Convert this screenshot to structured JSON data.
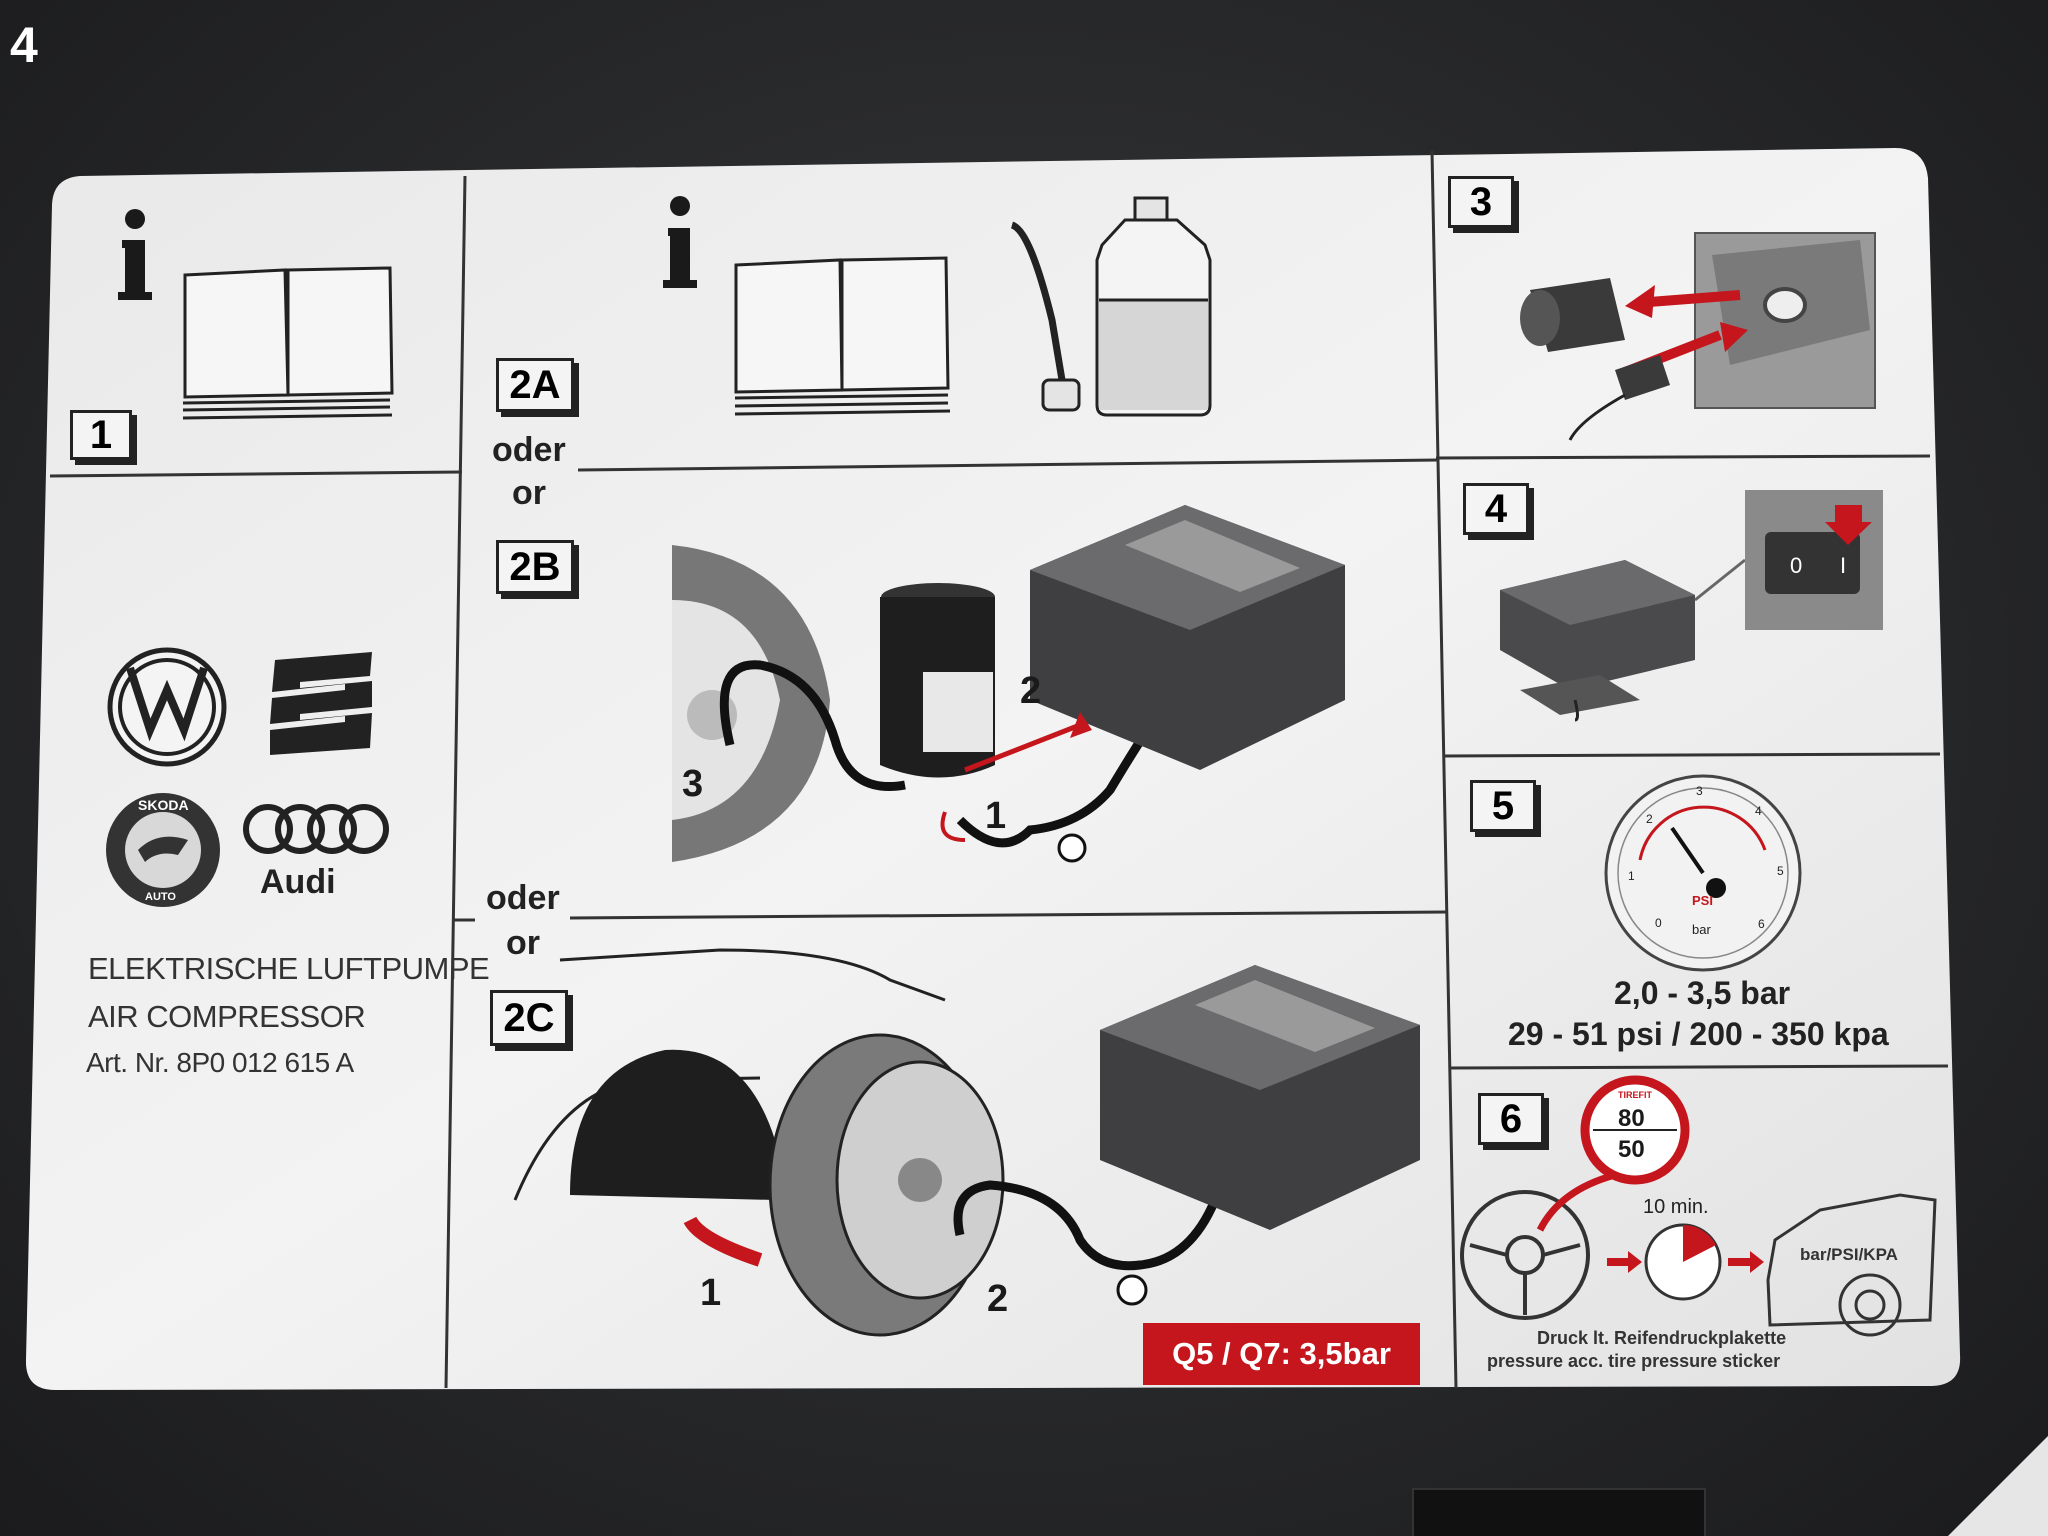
{
  "photo_label": "4",
  "panels": {
    "p1": {
      "number": "1"
    },
    "p2": {
      "number_a": "2A",
      "number_b": "2B",
      "number_c": "2C",
      "or_de": "oder",
      "or_en": "or",
      "steps_b": [
        "1",
        "2",
        "3"
      ],
      "steps_c": [
        "1",
        "2"
      ]
    },
    "p3": {
      "number": "3"
    },
    "p4": {
      "number": "4"
    },
    "p5": {
      "number": "5",
      "range_bar": "2,0 - 3,5 bar",
      "range_psi_kpa": "29 - 51 psi / 200 - 350 kpa",
      "gauge_unit_psi": "PSI",
      "gauge_unit_bar": "bar"
    },
    "p6": {
      "number": "6",
      "speed_brand": "TIREFIT",
      "speed_max": "80",
      "speed_min": "50",
      "timer": "10 min.",
      "unit_label": "bar/PSI/KPA",
      "caption_de": "Druck lt. Reifendruckplakette",
      "caption_en": "pressure acc. tire pressure sticker"
    }
  },
  "product": {
    "line1": "ELEKTRISCHE LUFTPUMPE",
    "line2": "AIR COMPRESSOR",
    "line3": "Art. Nr. 8P0 012 615 A"
  },
  "brands": {
    "skoda_top": "SKODA",
    "skoda_bottom": "AUTO",
    "audi_name": "Audi"
  },
  "banner": "Q5 / Q7: 3,5bar",
  "colors": {
    "accent_red": "#c4161c",
    "card": "#ececec",
    "ink": "#1a1a1a",
    "device": "#3c3c3e"
  },
  "icons": [
    "info-icon",
    "manual-book-icon",
    "sealant-bottle-icon",
    "power-plug-icon",
    "power-switch-icon",
    "pressure-gauge-icon",
    "speed-limit-sign-icon",
    "timer-icon"
  ]
}
